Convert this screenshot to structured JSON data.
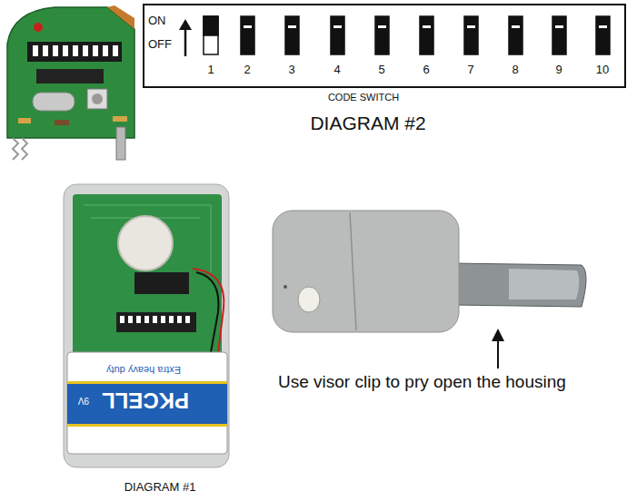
{
  "diagram": {
    "labels": [
      "ON",
      "OFF",
      "1",
      "2",
      "3",
      "4",
      "5",
      "6",
      "7",
      "8",
      "9",
      "10",
      "CODE SWITCH",
      "DIAGRAM #2",
      "Use visor clip to pry open the housing",
      "DIAGRAM #1",
      "PKCELL",
      "Extra heavy duty",
      "9V"
    ]
  }
}
